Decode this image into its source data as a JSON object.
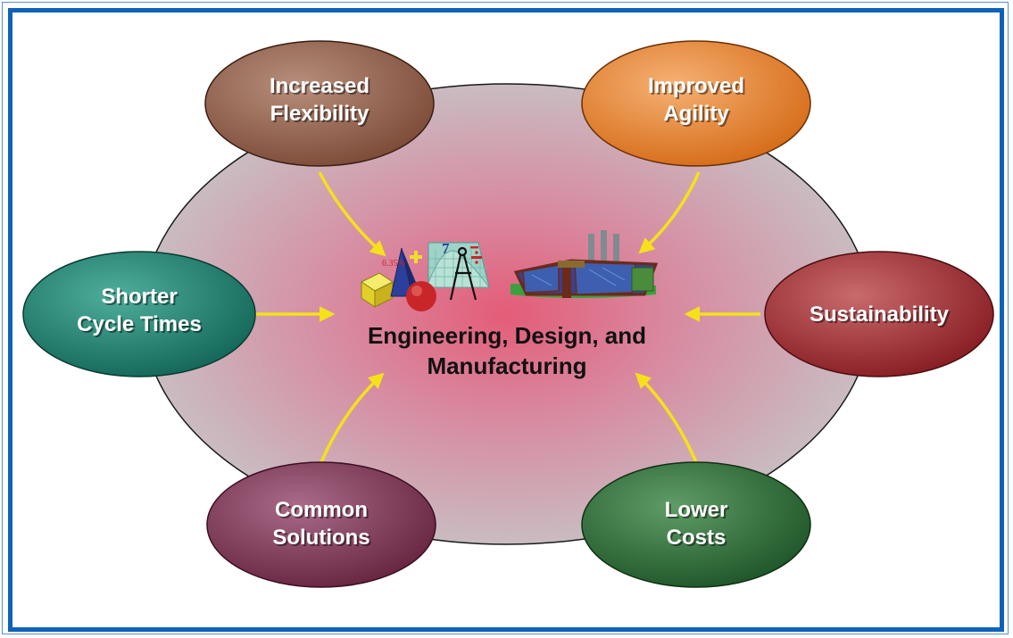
{
  "diagram": {
    "center": {
      "title_line1": "Engineering, Design, and",
      "title_line2": "Manufacturing",
      "design_icon_label": "6.35%",
      "design_icon_number": "7"
    },
    "nodes": [
      {
        "id": "increased-flexibility",
        "line1": "Increased",
        "line2": "Flexibility",
        "color": "#8f5a45"
      },
      {
        "id": "improved-agility",
        "line1": "Improved",
        "line2": "Agility",
        "color": "#e07b2a"
      },
      {
        "id": "shorter-cycle-times",
        "line1": "Shorter",
        "line2": "Cycle Times",
        "color": "#1f7d6c"
      },
      {
        "id": "sustainability",
        "line1": "Sustainability",
        "line2": "",
        "color": "#9a2b2f"
      },
      {
        "id": "common-solutions",
        "line1": "Common",
        "line2": "Solutions",
        "color": "#7a3656"
      },
      {
        "id": "lower-costs",
        "line1": "Lower",
        "line2": "Costs",
        "color": "#2d6a39"
      }
    ],
    "colors": {
      "frame": "#0e63b8",
      "arrow": "#f5e11a",
      "hub_edge": "#c4b8bd",
      "hub_center": "#e0687f"
    }
  }
}
